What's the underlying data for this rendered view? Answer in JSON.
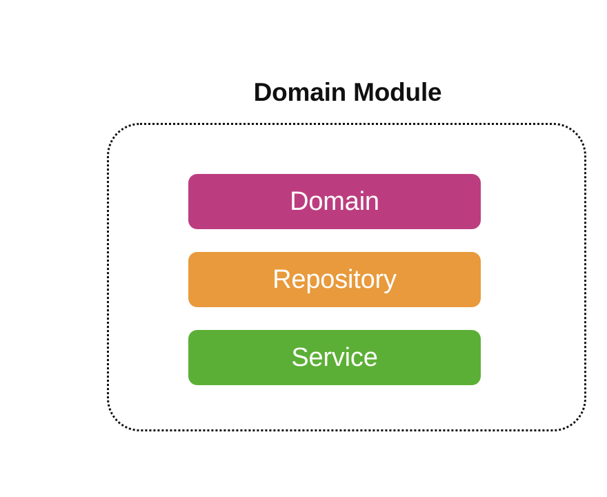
{
  "diagram": {
    "title": "Domain Module",
    "background_color": "#ffffff",
    "container": {
      "name": "module-boundary",
      "border_style": "dotted",
      "border_color": "#111111"
    },
    "layers": [
      {
        "id": "domain",
        "label": "Domain",
        "color": "#bc3d7f",
        "text_color": "#ffffff"
      },
      {
        "id": "repository",
        "label": "Repository",
        "color": "#e89a3c",
        "text_color": "#ffffff"
      },
      {
        "id": "service",
        "label": "Service",
        "color": "#5caf36",
        "text_color": "#ffffff"
      }
    ]
  }
}
